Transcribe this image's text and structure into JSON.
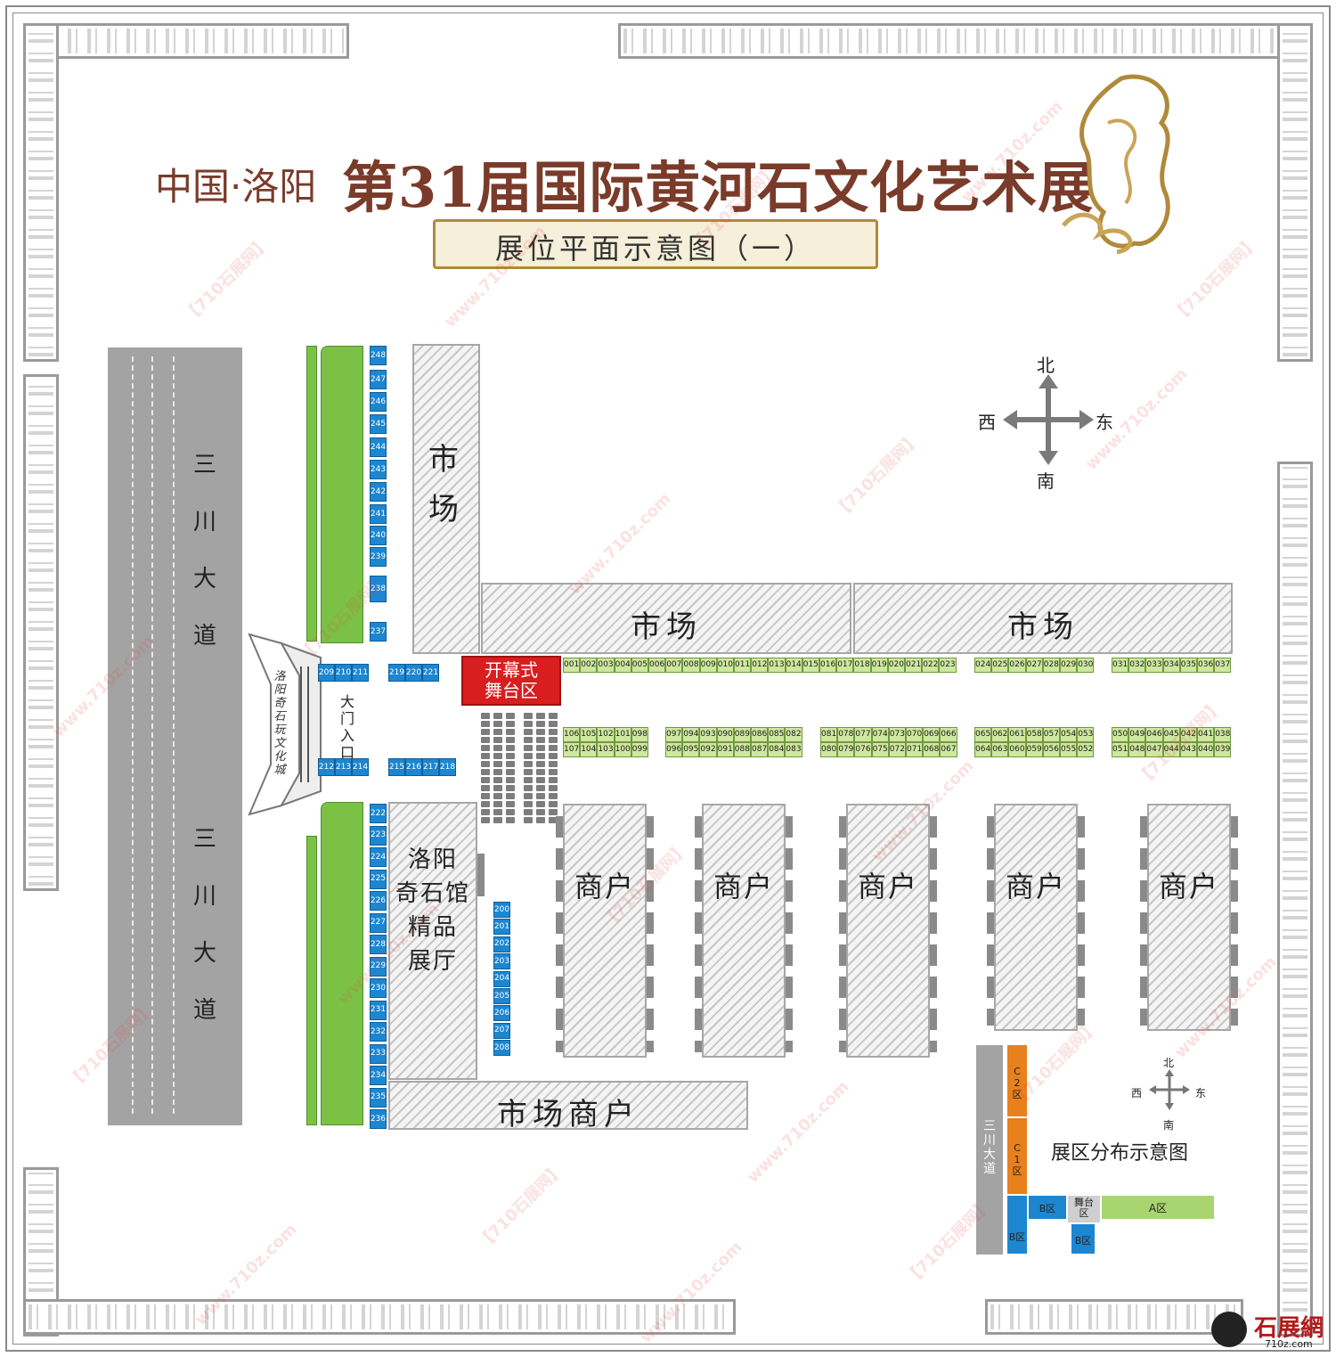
{
  "title": {
    "prefix": "中国·洛阳",
    "main": "第31届国际黄河石文化艺术展",
    "subtitle": "展位平面示意图（一）"
  },
  "compass": {
    "north": "北",
    "south": "南",
    "west": "西",
    "east": "东"
  },
  "roads": {
    "left_top": "三川大道",
    "left_bottom": "三川大道"
  },
  "markets": {
    "top_left": "市场",
    "top_mid": "市场",
    "top_right": "市场",
    "bottom": "市场商户"
  },
  "stage": "开幕式舞台区",
  "entrance": "大门入口",
  "gate_text": "洛阳奇石玩文化城",
  "hall": "洛阳奇石馆精品展厅",
  "shops": [
    "商户",
    "商户",
    "商户",
    "商户",
    "商户"
  ],
  "booths": {
    "row1": [
      "001",
      "002",
      "003",
      "004",
      "005",
      "006",
      "007",
      "008",
      "009",
      "010",
      "011",
      "012",
      "013",
      "014",
      "015",
      "016",
      "017",
      "018",
      "019",
      "020",
      "021",
      "022",
      "023"
    ],
    "row1b": [
      "024",
      "025",
      "026",
      "027",
      "028",
      "029",
      "030"
    ],
    "row1c": [
      "031",
      "032",
      "033",
      "034",
      "035",
      "036",
      "037"
    ],
    "blk1_top": [
      "106",
      "105",
      "102",
      "101",
      "098"
    ],
    "blk1_bot": [
      "107",
      "104",
      "103",
      "100",
      "099"
    ],
    "blk2_top": [
      "097",
      "094",
      "093",
      "090",
      "089",
      "086",
      "085",
      "082"
    ],
    "blk2_bot": [
      "096",
      "095",
      "092",
      "091",
      "088",
      "087",
      "084",
      "083"
    ],
    "blk3_top": [
      "081",
      "078",
      "077",
      "074",
      "073",
      "070",
      "069",
      "066"
    ],
    "blk3_bot": [
      "080",
      "079",
      "076",
      "075",
      "072",
      "071",
      "068",
      "067"
    ],
    "blk4_top": [
      "065",
      "062",
      "061",
      "058",
      "057",
      "054",
      "053"
    ],
    "blk4_bot": [
      "064",
      "063",
      "060",
      "059",
      "056",
      "055",
      "052"
    ],
    "blk5_top": [
      "050",
      "049",
      "046",
      "045",
      "042",
      "041",
      "038"
    ],
    "blk5_bot": [
      "051",
      "048",
      "047",
      "044",
      "043",
      "040",
      "039"
    ],
    "west_top": [
      "248",
      "247",
      "246",
      "245",
      "244",
      "243",
      "242",
      "241",
      "240",
      "239",
      "238",
      "237"
    ],
    "west_bottom": [
      "222",
      "223",
      "224",
      "225",
      "226",
      "227",
      "228",
      "229",
      "230",
      "231",
      "232",
      "233",
      "234",
      "235",
      "236"
    ],
    "gate_a": [
      "209",
      "210",
      "211"
    ],
    "gate_b": [
      "219",
      "220",
      "221"
    ],
    "gate_c": [
      "212",
      "213",
      "214"
    ],
    "gate_d": [
      "215",
      "216",
      "217",
      "218"
    ],
    "inner": [
      "200",
      "201",
      "202",
      "203",
      "204",
      "205",
      "206",
      "207",
      "208"
    ]
  },
  "legend": {
    "title": "展区分布示意图",
    "road": "三川大道",
    "c2": "C2区",
    "c1": "C1区",
    "b1": "B区",
    "b2": "B区",
    "b3": "B区",
    "stage": "舞台区",
    "a": "A区"
  },
  "watermark": {
    "site": "www.710z.com",
    "brand": "【710石展网】",
    "logo": "石展網",
    "logo_sub": "710z.com"
  },
  "colors": {
    "green": "#7bc146",
    "blue": "#1d86d0",
    "orange": "#e8801c",
    "red": "#d81e1e",
    "title": "#7a3b2a"
  }
}
